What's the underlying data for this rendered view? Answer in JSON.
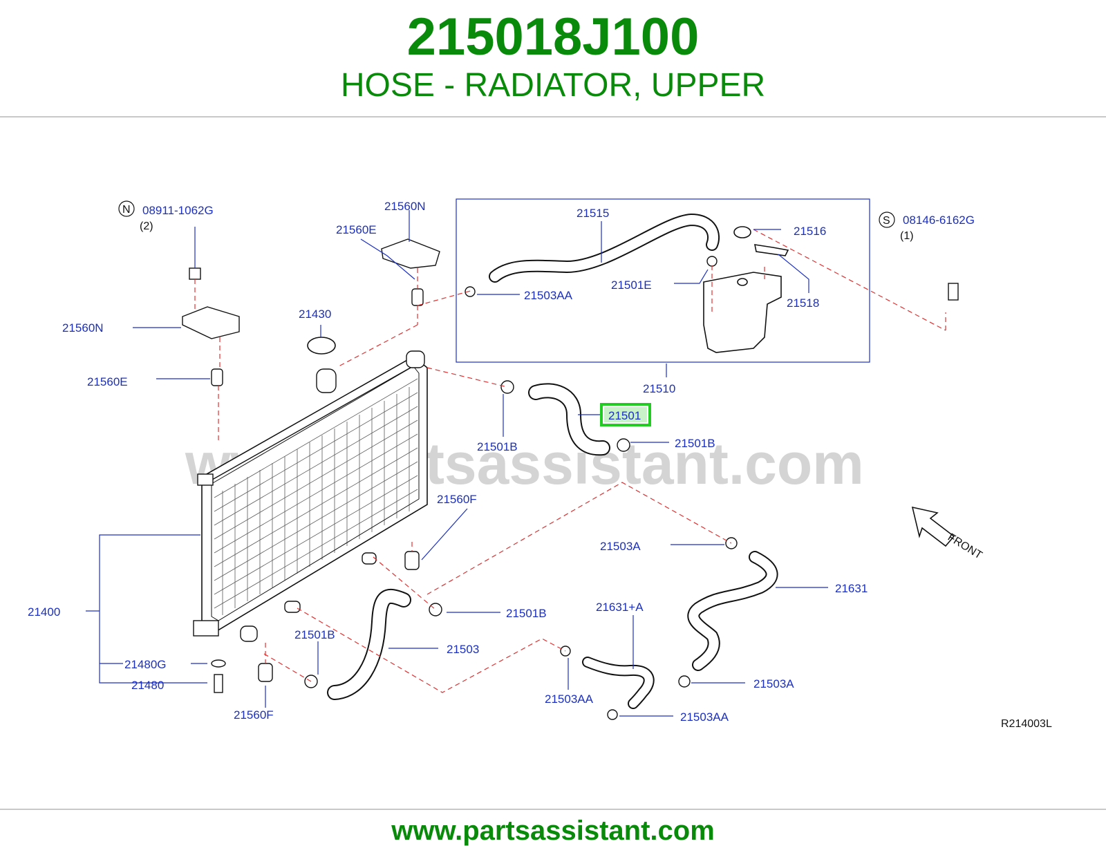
{
  "header": {
    "part_number": "215018J100",
    "part_description": "HOSE - RADIATOR, UPPER"
  },
  "footer": {
    "url": "www.partsassistant.com"
  },
  "watermark": "www.partsassistant.com",
  "colors": {
    "brand_green": "#0a8a0a",
    "label_blue": "#1a2fc0",
    "leader_red": "#e03030",
    "highlight": "#22cc22"
  },
  "diagram": {
    "reference_code": "R214003L",
    "front_label": "FRONT",
    "selected_part": "21501",
    "callouts": {
      "n_symbol": "N",
      "n_bolt": "08911-1062G",
      "n_qty": "(2)",
      "s_symbol": "S",
      "s_screw": "08146-6162G",
      "s_qty": "(1)",
      "p21560N_top": "21560N",
      "p21560E_top": "21560E",
      "p21560N_left": "21560N",
      "p21560E_left": "21560E",
      "p21430": "21430",
      "p21515": "21515",
      "p21516": "21516",
      "p21518": "21518",
      "p21501E": "21501E",
      "p21503AA_tank": "21503AA",
      "p21510": "21510",
      "p21501": "21501",
      "p21501B_upper_left": "21501B",
      "p21501B_upper_right": "21501B",
      "p21560F_right": "21560F",
      "p21503A_upper": "21503A",
      "p21631": "21631",
      "p21631A": "21631+A",
      "p21501B_lower_right": "21501B",
      "p21501B_lower_left": "21501B",
      "p21503": "21503",
      "p21400": "21400",
      "p21480G": "21480G",
      "p21480": "21480",
      "p21560F_bottom": "21560F",
      "p21503AA_lower_1": "21503AA",
      "p21503AA_lower_2": "21503AA",
      "p21503A_lower": "21503A"
    }
  }
}
